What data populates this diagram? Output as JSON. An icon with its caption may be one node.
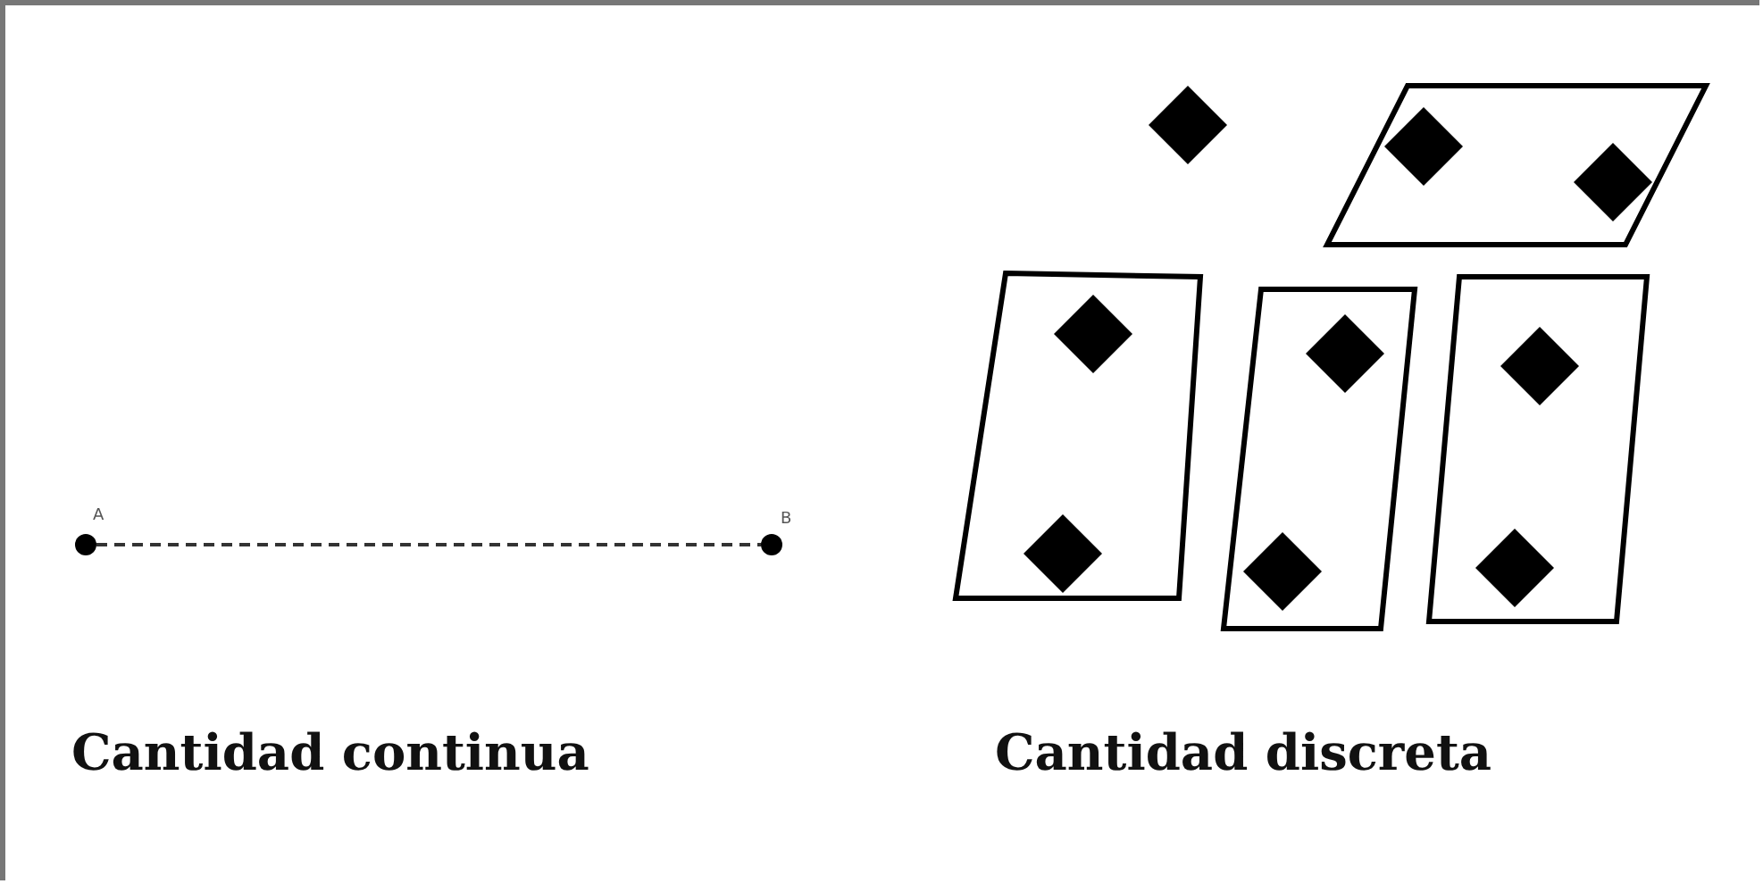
{
  "diagram": {
    "nodes": [
      {
        "text": [],
        "shape": "circle",
        "beside": [
          "A"
        ]
      },
      {
        "text": [],
        "shape": "circle",
        "beside": [
          "B"
        ]
      }
    ],
    "edges": [
      {
        "from": 0,
        "to": 1,
        "arrow": "none",
        "style": "dashed"
      }
    ],
    "labels": [
      "Cantidad continua",
      "Cantidad discreta"
    ]
  }
}
